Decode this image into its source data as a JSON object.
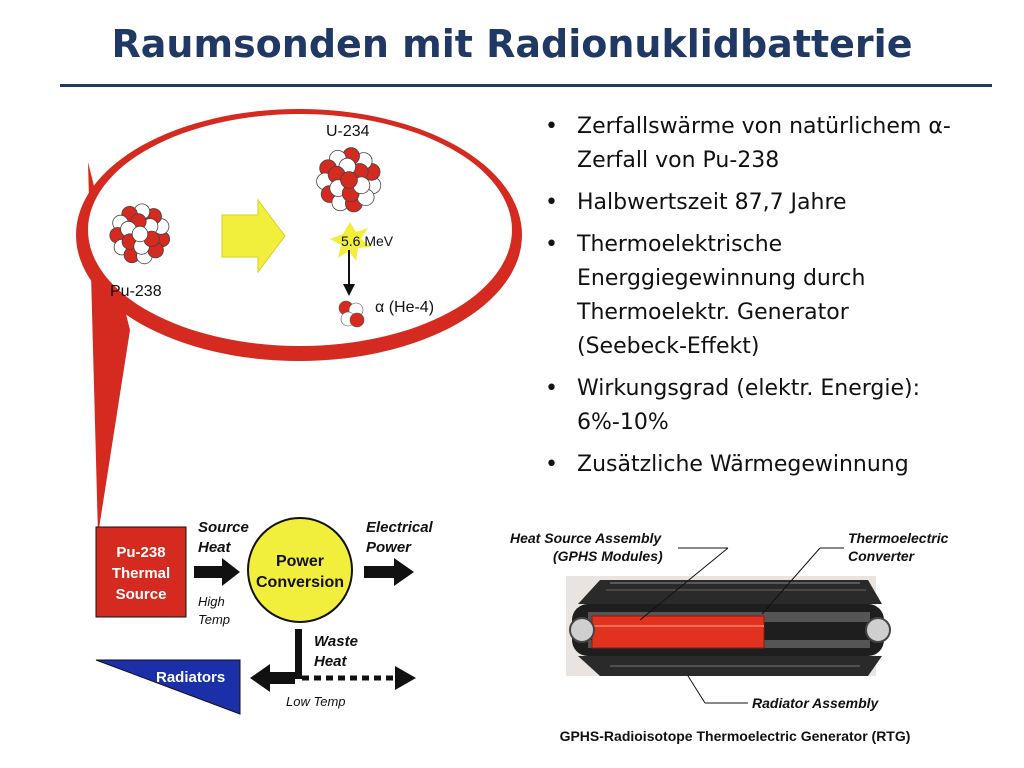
{
  "title": "Raumsonden mit Radionuklidbatterie",
  "bullets": [
    "Zerfallswärme von natürlichem α-Zerfall von Pu-238",
    "Halbwertszeit 87,7 Jahre",
    "Thermoelektrische Energgiegewinnung durch Thermoelektr. Generator (Seebeck-Effekt)",
    "Wirkungsgrad (elektr. Energie): 6%-10%",
    "Zusätzliche Wärmegewinnung"
  ],
  "decay": {
    "parent": "Pu-238",
    "daughter": "U-234",
    "energy": "5.6 MeV",
    "particle": "α (He-4)"
  },
  "flow": {
    "source_line1": "Pu-238",
    "source_line2": "Thermal",
    "source_line3": "Source",
    "source_heat_1": "Source",
    "source_heat_2": "Heat",
    "high_temp_1": "High",
    "high_temp_2": "Temp",
    "power_1": "Power",
    "power_2": "Conversion",
    "electrical_1": "Electrical",
    "electrical_2": "Power",
    "waste_1": "Waste",
    "waste_2": "Heat",
    "radiators": "Radiators",
    "low_temp": "Low Temp"
  },
  "rtg": {
    "heat_source_1": "Heat Source Assembly",
    "heat_source_2": "(GPHS Modules)",
    "thermo_1": "Thermoelectric",
    "thermo_2": "Converter",
    "radiator": "Radiator Assembly",
    "caption": "GPHS-Radioisotope Thermoelectric Generator (RTG)"
  },
  "colors": {
    "title": "#1f3864",
    "red": "#d42a1f",
    "yellow": "#f2ee3c",
    "blue": "#1a2fa8"
  }
}
